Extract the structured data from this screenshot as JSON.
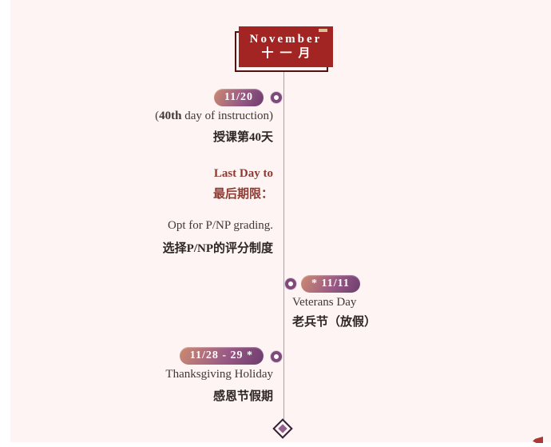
{
  "page": {
    "background_color": "#fdf4f3",
    "margin_color": "#ffffff"
  },
  "colors": {
    "header_red": "#a32523",
    "header_outline": "#521110",
    "dash_tan": "#dbc096",
    "timeline_line": "#c495a2",
    "marker_purple": "#7d4a7c",
    "badge_gradient_start": "#cb8a70",
    "badge_gradient_end": "#6d3d6e",
    "deadline_maroon": "#8e3a31",
    "body_text": "#413734"
  },
  "header": {
    "month_english": "November",
    "month_chinese": "十一月"
  },
  "events": {
    "nov20": {
      "badge": "11/20",
      "instruction_prefix": "(",
      "instruction_bold": "40th",
      "instruction_suffix": " day of instruction)",
      "instruction_zh": "授课第40天",
      "deadline_en": "Last Day to",
      "deadline_zh": "最后期限：",
      "action_en": "Opt for P/NP grading.",
      "action_zh": "选择P/NP的评分制度"
    },
    "nov11": {
      "badge": "* 11/11",
      "title_en": "Veterans Day",
      "title_zh": "老兵节（放假）"
    },
    "nov28": {
      "badge": "11/28 - 29 *",
      "title_en": "Thanksgiving Holiday",
      "title_zh": "感恩节假期"
    }
  }
}
